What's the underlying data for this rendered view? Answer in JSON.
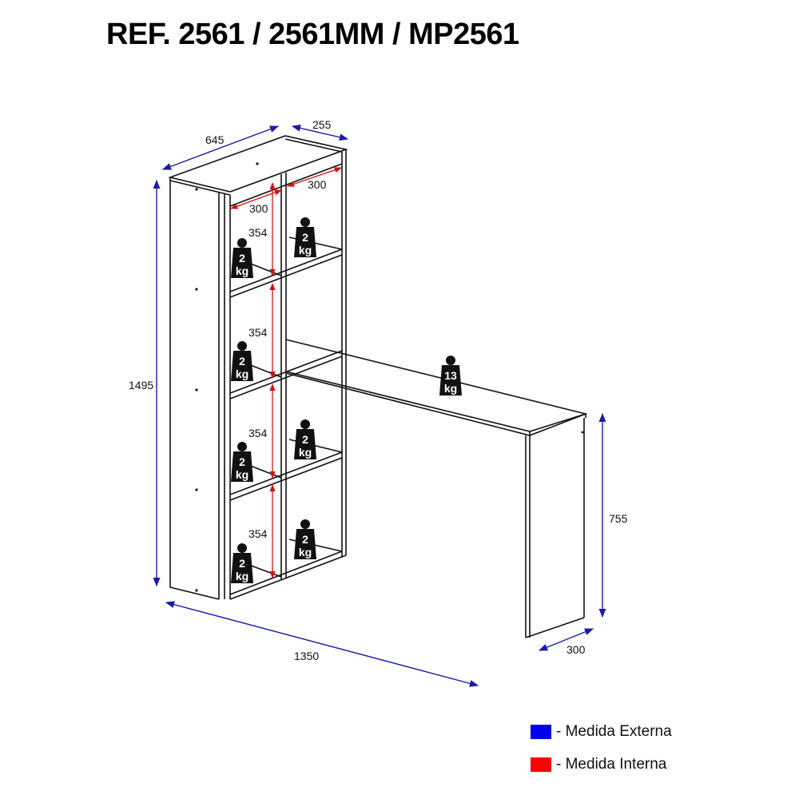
{
  "header": {
    "title": "REF. 2561 / 2561MM / MP2561"
  },
  "colors": {
    "external": "#0000ee",
    "internal": "#ff0000",
    "line": "#111111",
    "weight_bg": "#111111"
  },
  "dimensions": {
    "external": {
      "top_depth": "645",
      "top_width": "255",
      "height": "1495",
      "length": "1350",
      "desk_height": "755",
      "desk_depth": "300"
    },
    "internal": {
      "niche_width_left": "300",
      "niche_width_right": "300",
      "niche_heights": [
        "354",
        "354",
        "354",
        "354"
      ]
    }
  },
  "weights": {
    "shelf_left": [
      "2",
      "2",
      "2",
      "2"
    ],
    "shelf_right": [
      "2",
      "2",
      "2"
    ],
    "desk": "13",
    "unit": "kg"
  },
  "legend": [
    {
      "label": "- Medida Externa",
      "color": "#0000ee"
    },
    {
      "label": "- Medida Interna",
      "color": "#ff0000"
    }
  ]
}
